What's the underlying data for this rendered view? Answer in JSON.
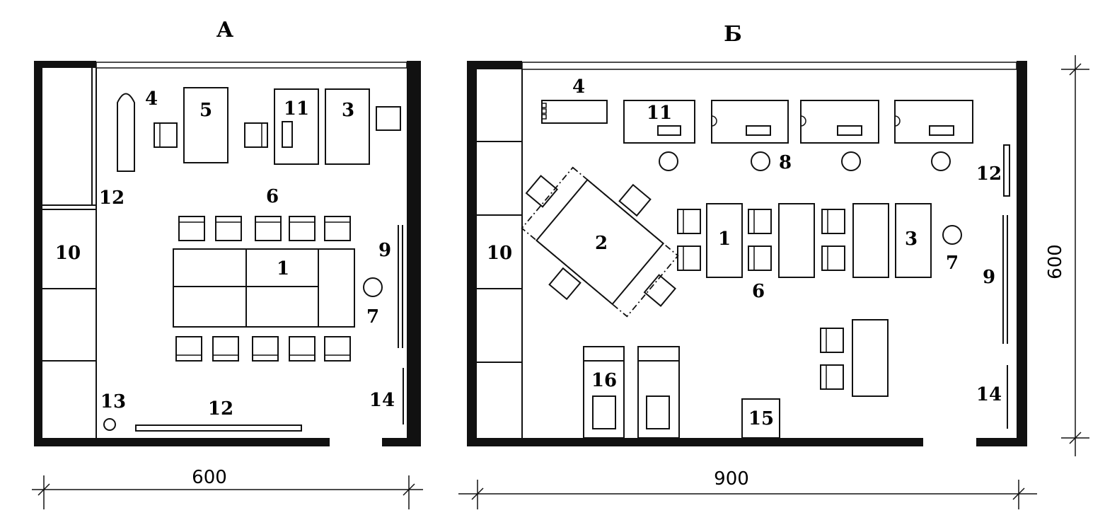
{
  "plan_a": {
    "title": "А",
    "width_label": "600",
    "labels": {
      "l1": "1",
      "l3": "3",
      "l4": "4",
      "l5": "5",
      "l6": "6",
      "l7": "7",
      "l9": "9",
      "l10": "10",
      "l11": "11",
      "l12_top": "12",
      "l12_bottom": "12",
      "l13": "13",
      "l14": "14"
    }
  },
  "plan_b": {
    "title": "Б",
    "width_label": "900",
    "height_label": "600",
    "labels": {
      "l1": "1",
      "l2": "2",
      "l3": "3",
      "l4": "4",
      "l6": "6",
      "l7": "7",
      "l8": "8",
      "l9": "9",
      "l10": "10",
      "l11": "11",
      "l12": "12",
      "l14": "14",
      "l15": "15",
      "l16": "16"
    }
  }
}
